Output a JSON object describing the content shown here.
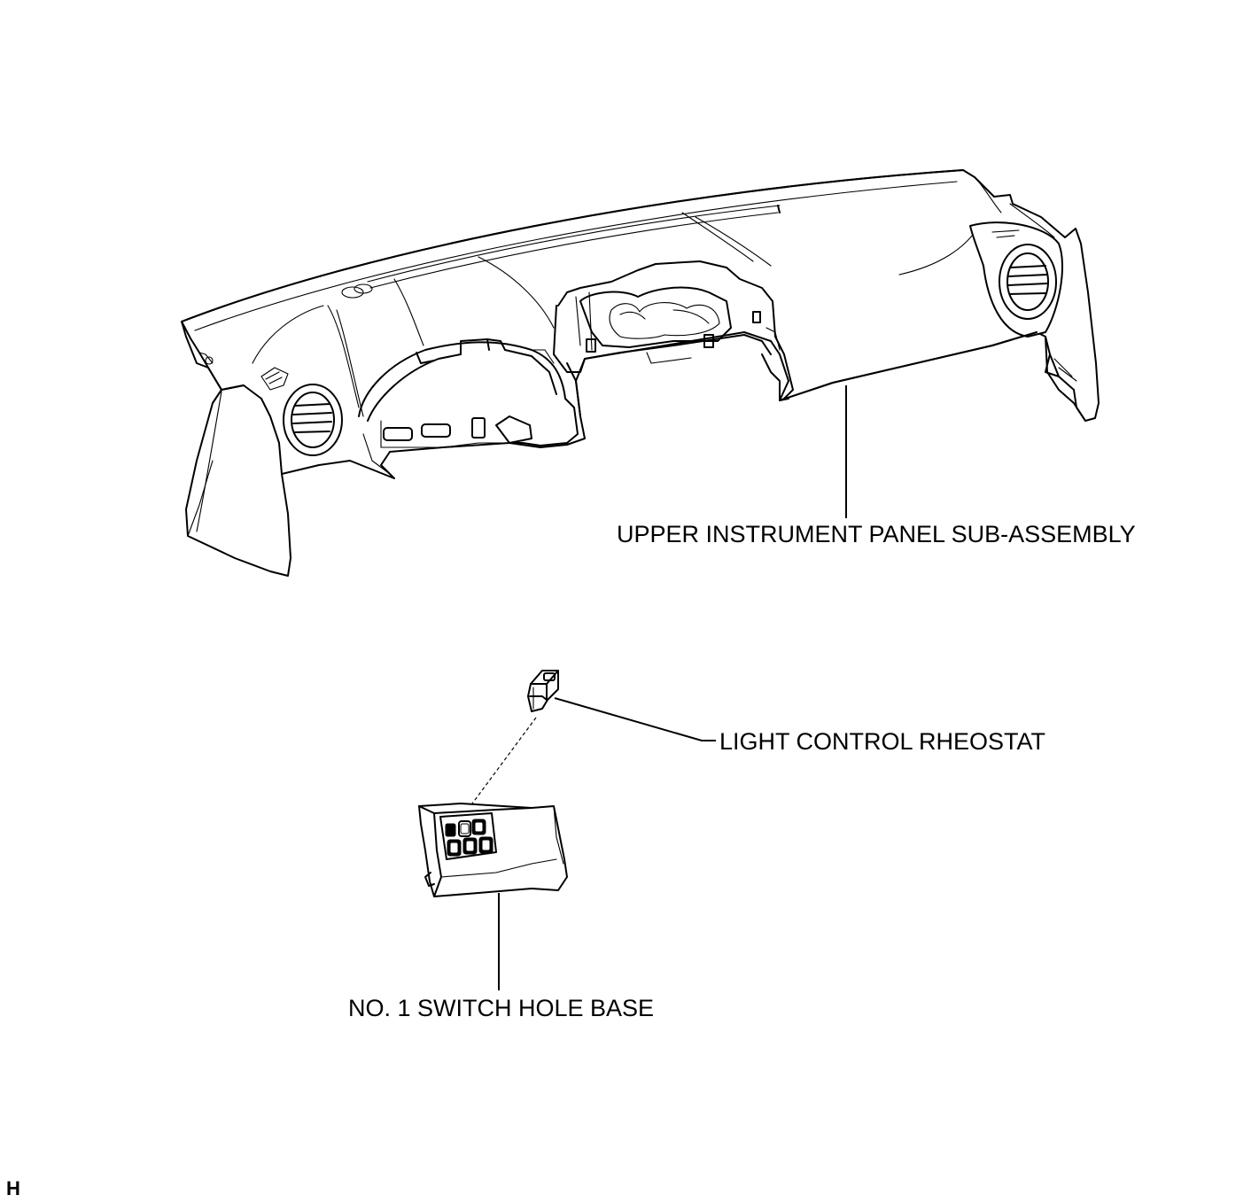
{
  "labels": {
    "upper_panel": "UPPER INSTRUMENT PANEL SUB-ASSEMBLY",
    "rheostat": "LIGHT CONTROL RHEOSTAT",
    "switch_base": "NO. 1 SWITCH HOLE BASE",
    "sheet_mark": "H"
  }
}
